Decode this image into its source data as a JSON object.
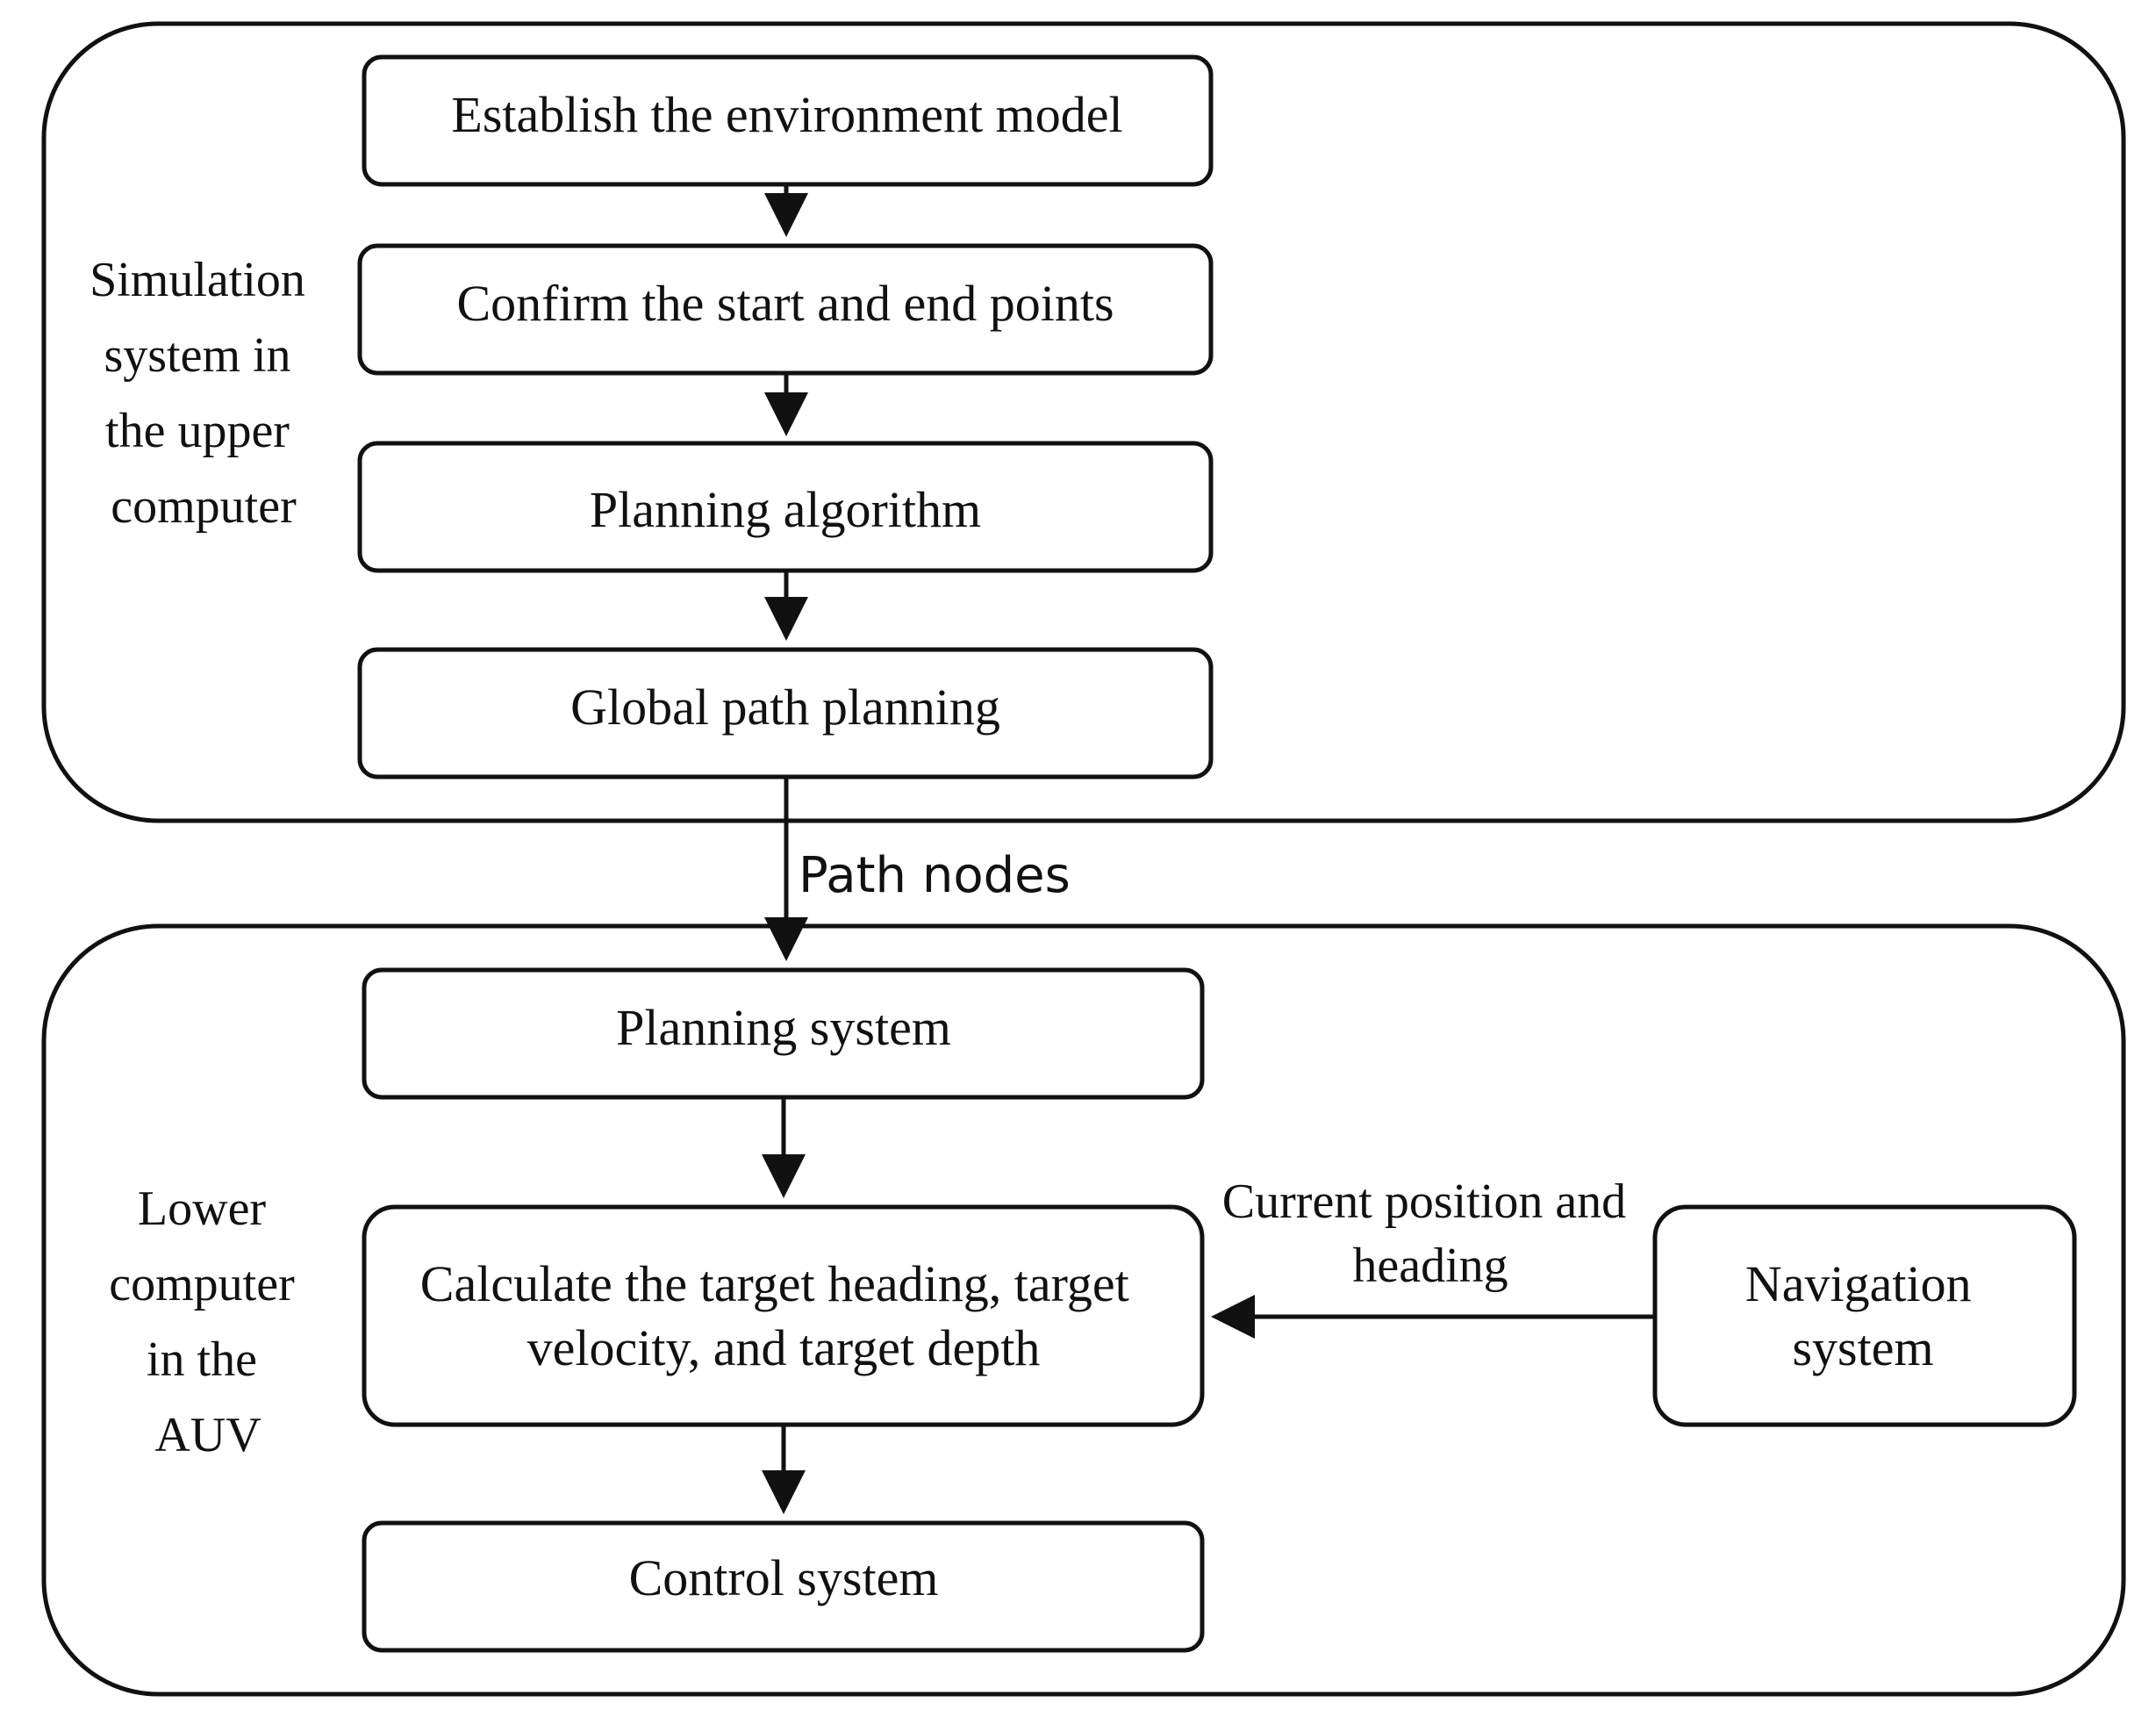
{
  "groups": {
    "upper": {
      "label_lines": [
        "Simulation",
        "system in",
        "the upper",
        "computer"
      ]
    },
    "lower": {
      "label_lines": [
        "Lower",
        "computer",
        "in the",
        "AUV"
      ]
    }
  },
  "nodes": {
    "environment_model": {
      "lines": [
        "Establish the environment model"
      ]
    },
    "start_end_points": {
      "lines": [
        "Confirm the start and end points"
      ]
    },
    "planning_algorithm": {
      "lines": [
        "Planning algorithm"
      ]
    },
    "global_path_planning": {
      "lines": [
        "Global path planning"
      ]
    },
    "planning_system": {
      "lines": [
        "Planning system"
      ]
    },
    "calculate_targets": {
      "lines": [
        "Calculate the target heading, target",
        "velocity, and target depth"
      ]
    },
    "control_system": {
      "lines": [
        "Control system"
      ]
    },
    "navigation_system": {
      "lines": [
        "Navigation",
        "system"
      ]
    }
  },
  "edges": {
    "path_nodes": {
      "label": "Path nodes"
    },
    "position_heading": {
      "label_lines": [
        "Current position and",
        "heading"
      ]
    }
  }
}
